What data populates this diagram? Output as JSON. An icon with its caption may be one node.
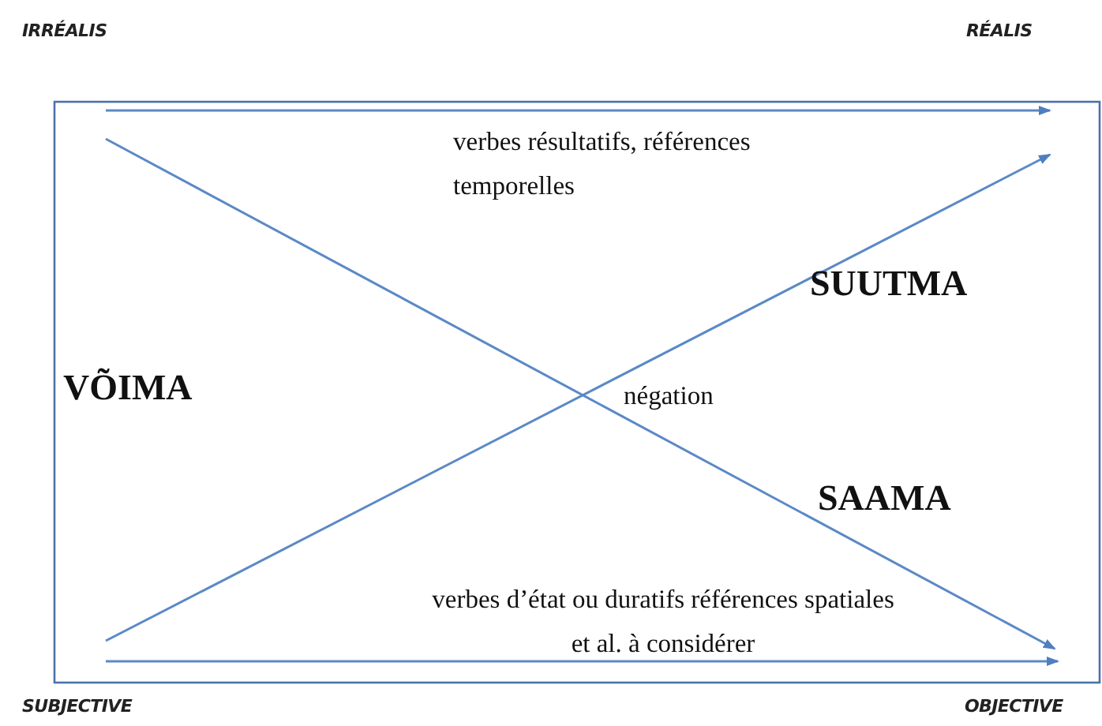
{
  "diagram": {
    "labels": [
      "IRRÉALIS",
      "RÉALIS",
      "verbes résultatifs, références temporelles",
      "SUUTMA",
      "VÕIMA",
      "négation",
      "SAAMA",
      "verbes d’état ou duratifs références spatiales et al. à considérer",
      "SUBJECTIVE",
      "OBJECTIVE"
    ]
  }
}
